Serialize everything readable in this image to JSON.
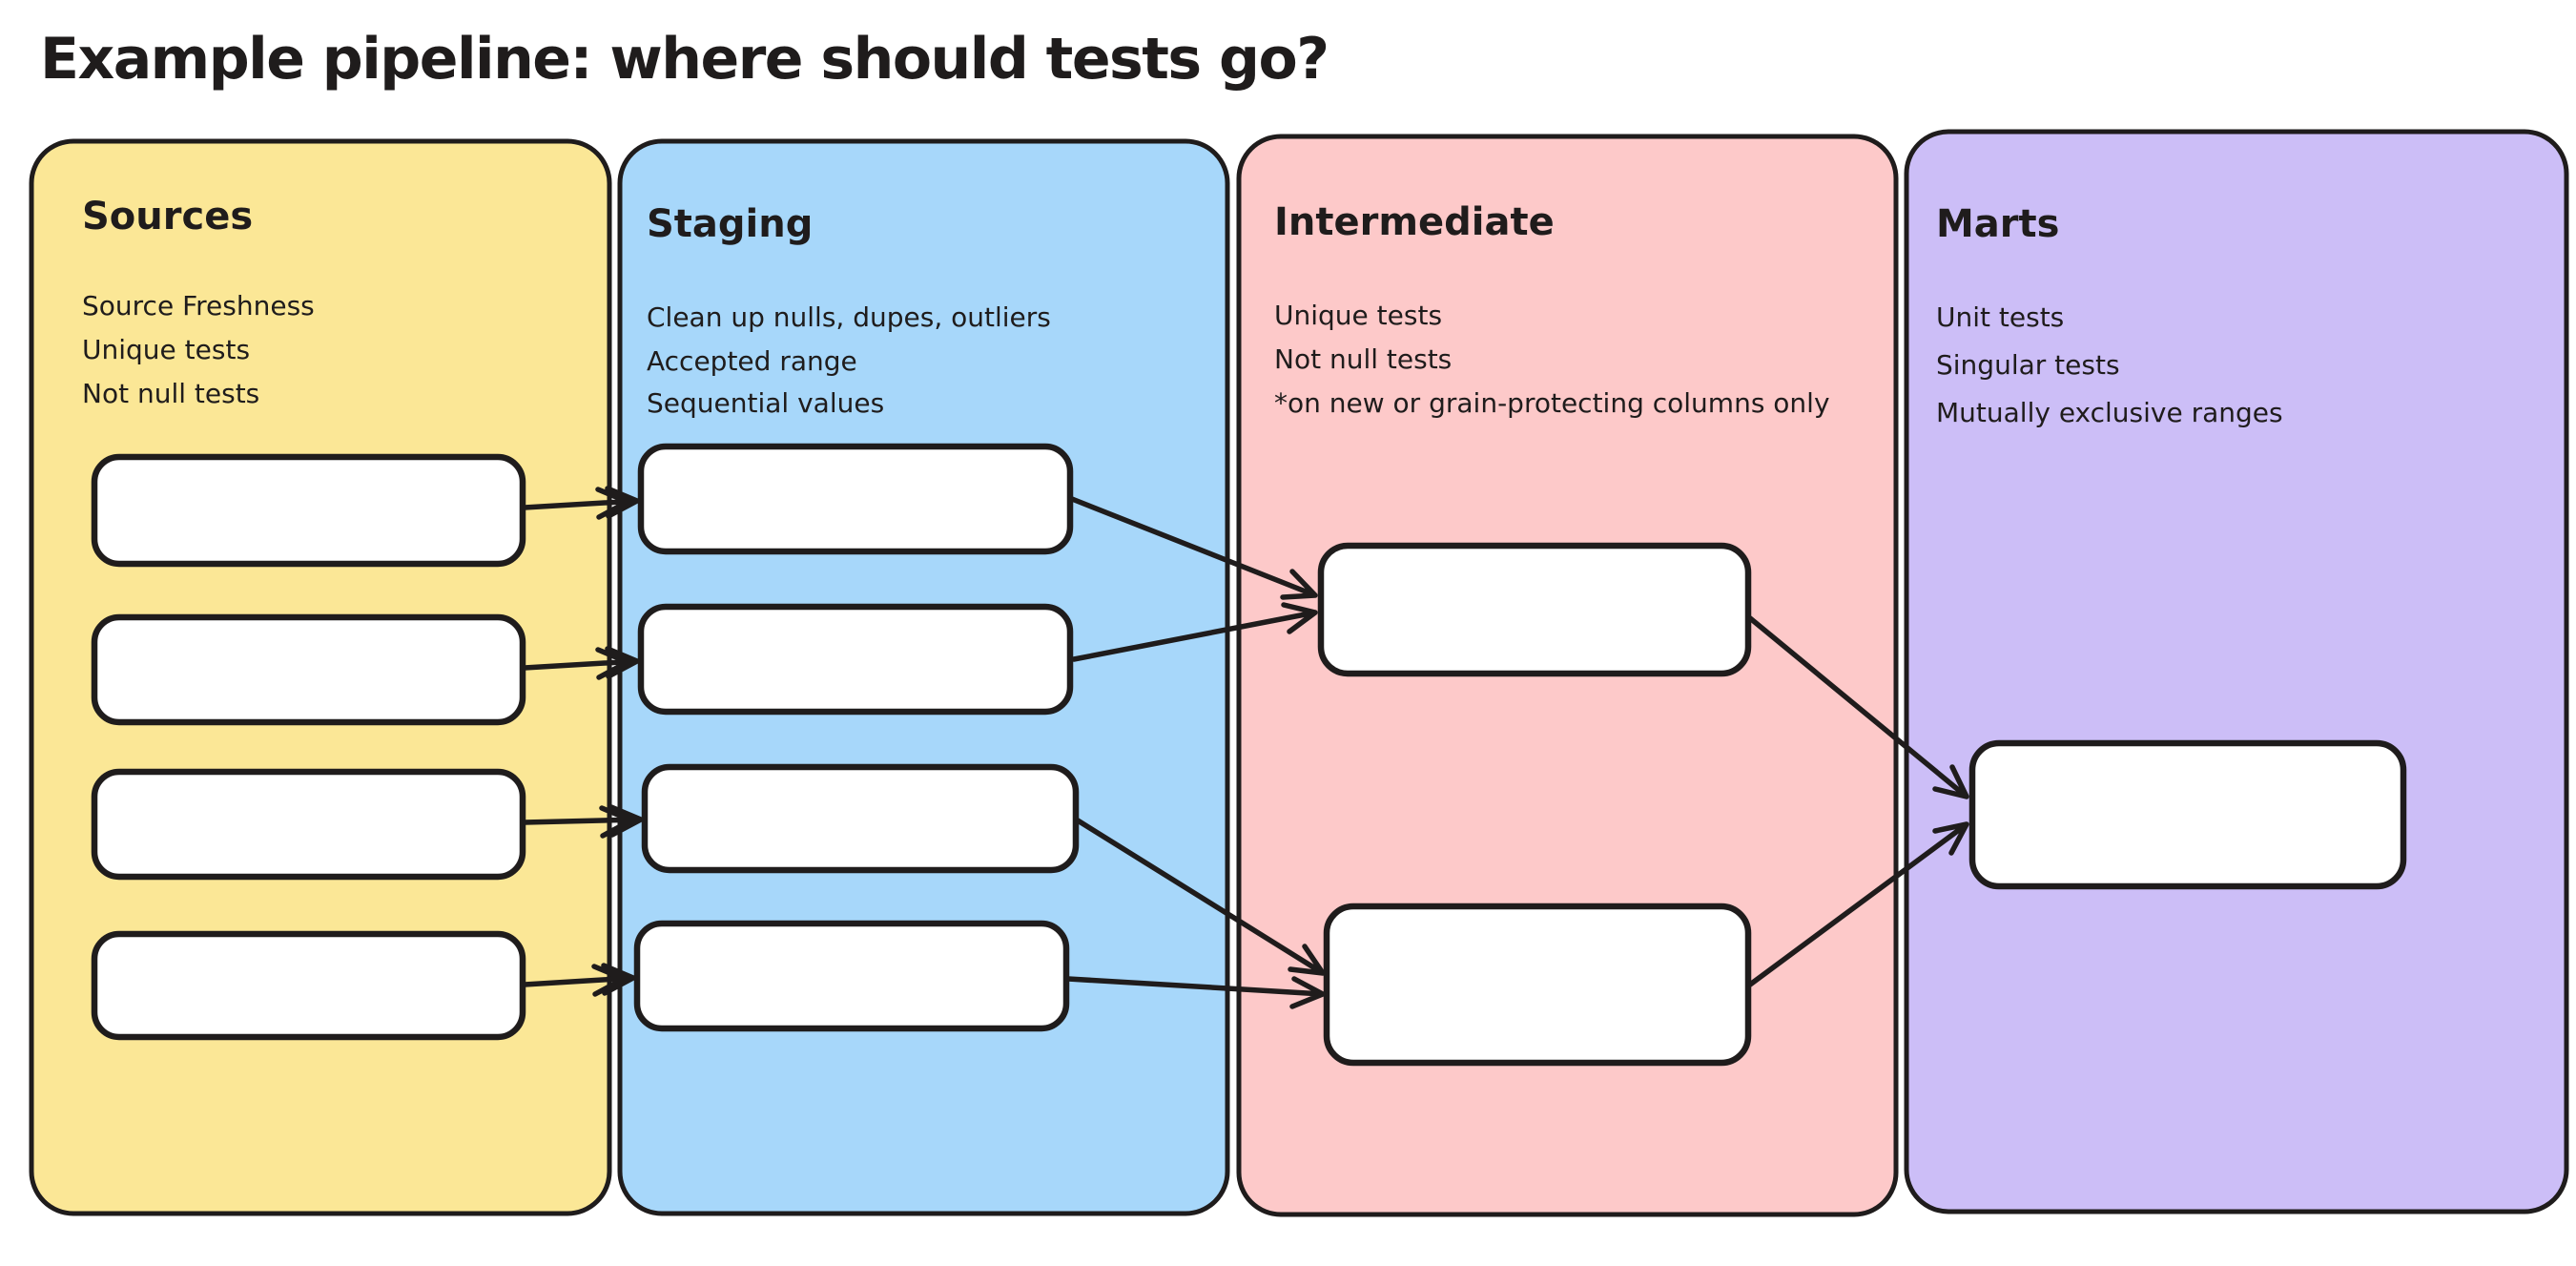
{
  "title": "Example pipeline: where should tests go?",
  "colors": {
    "ink": "#1f1c1c",
    "canvas_background": "#ffffff",
    "node_fill": "#ffffff"
  },
  "columns": [
    {
      "name": "Sources",
      "fill": "#FBE796",
      "tests": [
        "Source Freshness",
        "Unique tests",
        "Not null tests"
      ],
      "node_count": 4
    },
    {
      "name": "Staging",
      "fill": "#A7D7FA",
      "tests": [
        "Clean up nulls, dupes, outliers",
        "Accepted range",
        "Sequential values"
      ],
      "node_count": 4
    },
    {
      "name": "Intermediate",
      "fill": "#FDC9C9",
      "tests": [
        "Unique tests",
        "Not null tests",
        "*on new or grain-protecting columns only"
      ],
      "node_count": 2
    },
    {
      "name": "Marts",
      "fill": "#CCBEF7",
      "tests": [
        "Unit tests",
        "Singular tests",
        "Mutually exclusive ranges"
      ],
      "node_count": 1
    }
  ],
  "edges": [
    {
      "from": "sources-node-1",
      "to": "staging-node-1"
    },
    {
      "from": "sources-node-2",
      "to": "staging-node-2"
    },
    {
      "from": "sources-node-3",
      "to": "staging-node-3"
    },
    {
      "from": "sources-node-4",
      "to": "staging-node-4"
    },
    {
      "from": "staging-node-1",
      "to": "intermediate-node-1"
    },
    {
      "from": "staging-node-2",
      "to": "intermediate-node-1"
    },
    {
      "from": "staging-node-3",
      "to": "intermediate-node-2"
    },
    {
      "from": "staging-node-4",
      "to": "intermediate-node-2"
    },
    {
      "from": "intermediate-node-1",
      "to": "marts-node-1"
    },
    {
      "from": "intermediate-node-2",
      "to": "marts-node-1"
    }
  ]
}
